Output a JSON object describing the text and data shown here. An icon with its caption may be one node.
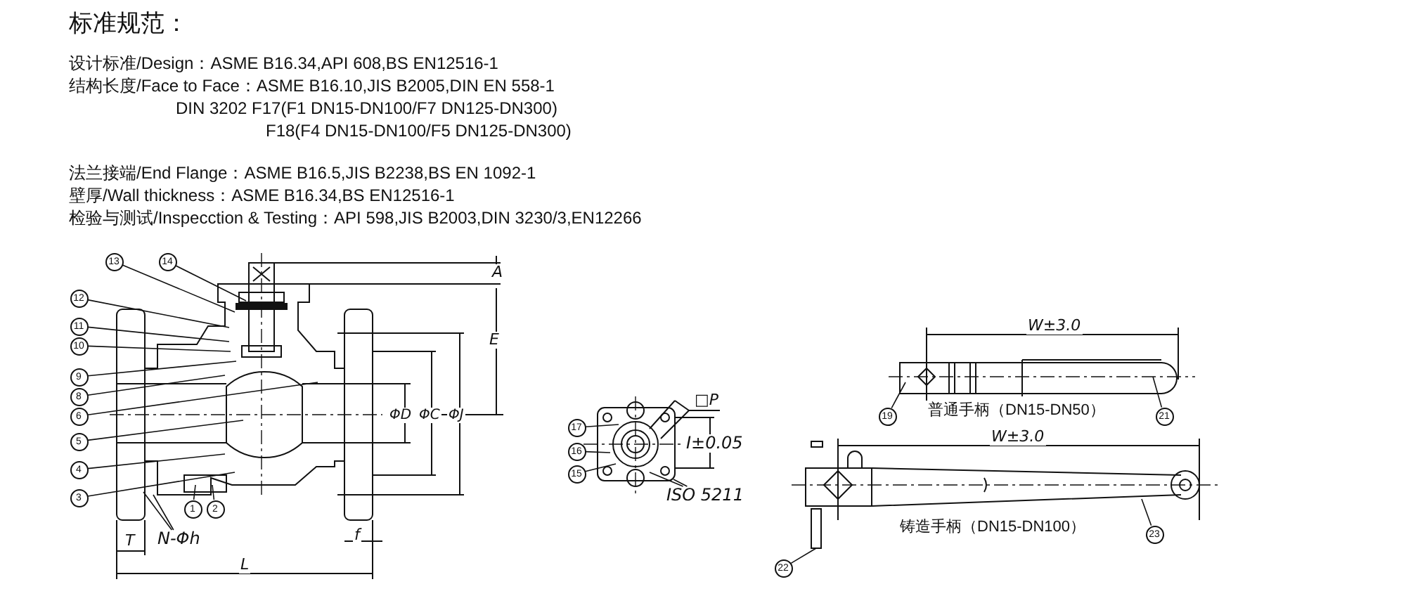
{
  "diagram": {
    "title": "标准规范：",
    "nodes": [
      {
        "text": [
          "13"
        ]
      },
      {
        "text": [
          "14"
        ]
      },
      {
        "text": [
          "12"
        ]
      },
      {
        "text": [
          "11"
        ]
      },
      {
        "text": [
          "10"
        ]
      },
      {
        "text": [
          "9"
        ]
      },
      {
        "text": [
          "8"
        ]
      },
      {
        "text": [
          "6"
        ]
      },
      {
        "text": [
          "5"
        ]
      },
      {
        "text": [
          "4"
        ]
      },
      {
        "text": [
          "3"
        ]
      },
      {
        "text": [
          "1"
        ]
      },
      {
        "text": [
          "2"
        ]
      },
      {
        "text": [
          "17"
        ]
      },
      {
        "text": [
          "16"
        ]
      },
      {
        "text": [
          "15"
        ]
      },
      {
        "text": [
          "ISO 5211"
        ]
      },
      {
        "text": [
          "19"
        ]
      },
      {
        "text": [
          "21"
        ]
      },
      {
        "text": [
          "22"
        ]
      },
      {
        "text": [
          "23"
        ]
      },
      {
        "text": [
          "N-Φh"
        ]
      },
      {
        "text": [],
        "shape": "bar"
      }
    ],
    "edges": [
      {
        "from": 0,
        "to": null,
        "arrow": "none"
      },
      {
        "from": 1,
        "to": null,
        "arrow": "none"
      },
      {
        "from": 2,
        "to": null,
        "arrow": "none"
      },
      {
        "from": 3,
        "to": null,
        "arrow": "none"
      },
      {
        "from": 4,
        "to": null,
        "arrow": "none"
      },
      {
        "from": 5,
        "to": null,
        "arrow": "none"
      },
      {
        "from": 6,
        "to": null,
        "arrow": "none"
      },
      {
        "from": 7,
        "to": null,
        "arrow": "none"
      },
      {
        "from": 8,
        "to": null,
        "arrow": "none"
      },
      {
        "from": 9,
        "to": null,
        "arrow": "none"
      },
      {
        "from": 10,
        "to": null,
        "arrow": "none"
      },
      {
        "from": 11,
        "to": null,
        "arrow": "none"
      },
      {
        "from": 12,
        "to": null,
        "arrow": "none"
      },
      {
        "from": 13,
        "to": null,
        "arrow": "none"
      },
      {
        "from": 14,
        "to": null,
        "arrow": "none"
      },
      {
        "from": 15,
        "to": null,
        "arrow": "none"
      },
      {
        "from": 16,
        "to": null,
        "arrow": "none"
      },
      {
        "from": 16,
        "to": null,
        "arrow": "none"
      },
      {
        "from": 17,
        "to": null,
        "arrow": "none"
      },
      {
        "from": 18,
        "to": null,
        "arrow": "none"
      },
      {
        "from": 19,
        "to": 22,
        "arrow": "none"
      },
      {
        "from": 20,
        "to": null,
        "arrow": "none"
      },
      {
        "from": 21,
        "to": null,
        "arrow": "none"
      },
      {
        "from": 21,
        "to": null,
        "arrow": "none"
      }
    ],
    "labels": [
      "设计标准/Design：ASME B16.34,API 608,BS EN12516-1",
      "结构长度/Face to Face：ASME B16.10,JIS B2005,DIN EN 558-1",
      "DIN 3202 F17(F1 DN15-DN100/F7 DN125-DN300)",
      "F18(F4 DN15-DN100/F5 DN125-DN300)",
      "法兰接端/End Flange：ASME B16.5,JIS B2238,BS EN 1092-1",
      "壁厚/Wall thickness：ASME B16.34,BS EN12516-1",
      "检验与测试/Inspecction & Testing：API 598,JIS B2003,DIN 3230/3,EN12266",
      "A",
      "E",
      "ΦD",
      "ΦC",
      "ΦJ",
      "T",
      "f",
      "L",
      "□P",
      "I±0.05",
      "W±3.0",
      "普通手柄（DN15-DN50）",
      "W±3.0",
      "铸造手柄（DN15-DN100）"
    ]
  }
}
